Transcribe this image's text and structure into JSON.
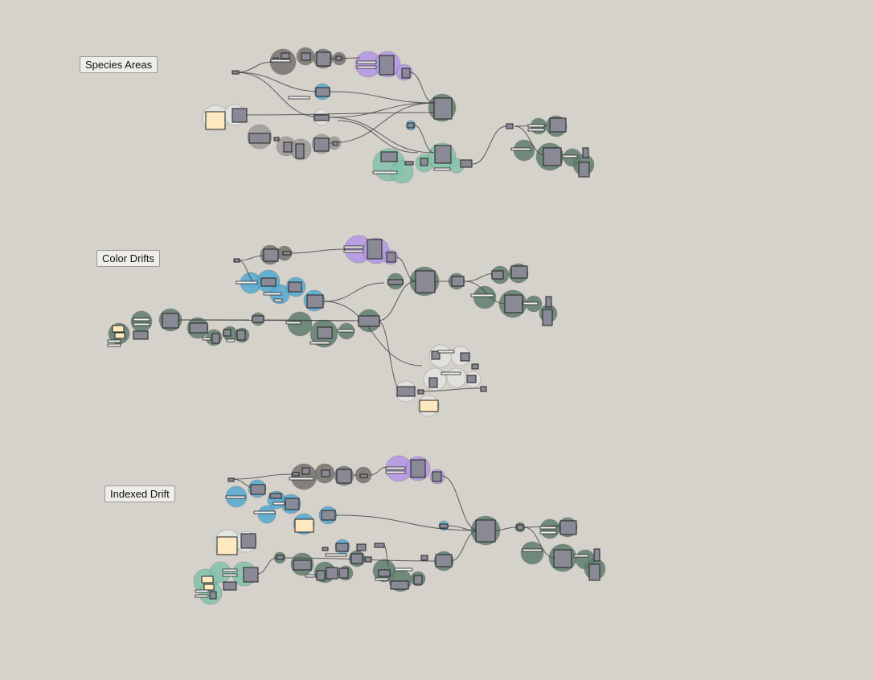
{
  "canvas": {
    "background": "#d5d1cb",
    "groups": [
      {
        "id": "species-areas",
        "label": "Species Areas"
      },
      {
        "id": "color-drifts",
        "label": "Color Drifts"
      },
      {
        "id": "indexed-drift",
        "label": "Indexed Drift"
      }
    ]
  },
  "colors": {
    "dark_green_group": "#5e7d6d",
    "dark_gray_group": "#76736f",
    "gray_group": "#9e9a95",
    "purple_group": "#b497e6",
    "blue_group": "#54a9d1",
    "teal_group": "#82c3ac",
    "pale_group": "#dfe6e0",
    "white_group": "#e4e2df",
    "component": "#8a8a96",
    "panel": "#fde8bf",
    "wire": "#3e3e3e"
  }
}
